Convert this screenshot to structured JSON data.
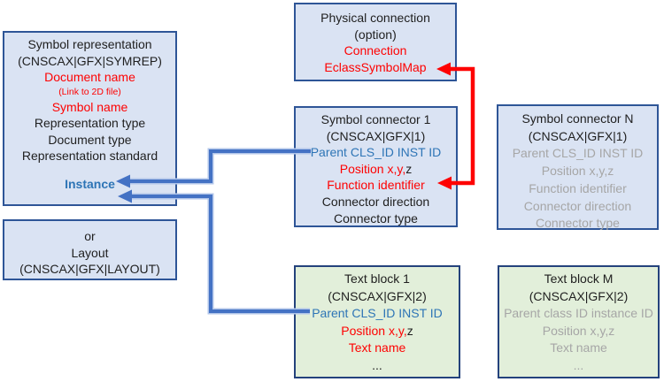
{
  "colors": {
    "blue_box_fill": "#dae3f3",
    "blue_box_border": "#2e5597",
    "green_box_fill": "#e2efda",
    "green_box_border": "#24427c",
    "arrow_blue": "#4472c4",
    "arrow_blue_halo": "#b1c5e9",
    "arrow_red": "#fe0202",
    "text_black": "#1f1f1f",
    "text_red": "#fe0202",
    "text_blue": "#2e75b6",
    "text_gray": "#a6a6a6"
  },
  "boxes": {
    "symbol_representation": {
      "title": "Symbol representation",
      "code": "(CNSCAX|GFX|SYMREP)",
      "document_name": "Document name",
      "link_note": "(Link to 2D file)",
      "symbol_name": "Symbol name",
      "representation_type": "Representation type",
      "document_type": "Document type",
      "representation_standard": "Representation standard",
      "instance": "Instance"
    },
    "layout_alternative": {
      "or_label": "or",
      "title": "Layout",
      "code": "(CNSCAX|GFX|LAYOUT)"
    },
    "physical_connection": {
      "title": "Physical connection",
      "option_note": "(option)",
      "connection": "Connection",
      "eclass_symbol_map": "EclassSymbolMap"
    },
    "symbol_connector_1": {
      "title": "Symbol connector 1",
      "code": "(CNSCAX|GFX|1)",
      "parent": "Parent CLS_ID INST ID",
      "position_xy": "Position x,y,",
      "position_z": "z",
      "function_identifier": "Function identifier",
      "connector_direction": "Connector direction",
      "connector_type": "Connector type"
    },
    "symbol_connector_n": {
      "title": "Symbol connector N",
      "code": "(CNSCAX|GFX|1)",
      "parent": "Parent CLS_ID INST ID",
      "position": "Position x,y,z",
      "function_identifier": "Function identifier",
      "connector_direction": "Connector direction",
      "connector_type": "Connector type"
    },
    "text_block_1": {
      "title": "Text block 1",
      "code": "(CNSCAX|GFX|2)",
      "parent": "Parent CLS_ID INST ID",
      "position_xy": "Position x,y,",
      "position_z": "z",
      "text_name": "Text name",
      "ellipsis": "..."
    },
    "text_block_m": {
      "title": "Text block M",
      "code": "(CNSCAX|GFX|2)",
      "parent": "Parent class ID instance ID",
      "position": "Position x,y,z",
      "text_name": "Text name",
      "ellipsis": "..."
    }
  }
}
